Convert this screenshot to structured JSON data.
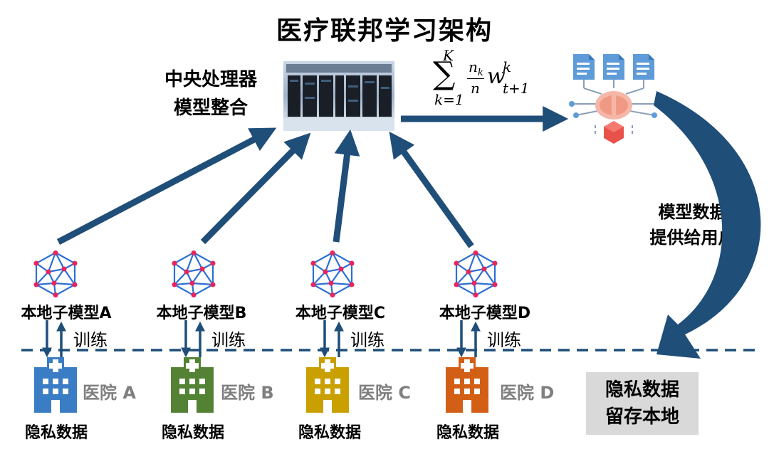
{
  "title": "医疗联邦学习架构",
  "central": {
    "line1": "中央处理器",
    "line2": "模型整合"
  },
  "formula": {
    "sum_upper": "K",
    "sum_lower": "k=1",
    "numerator": "n",
    "numerator_sub": "k",
    "denominator": "n",
    "weight": "w",
    "weight_sup": "k",
    "weight_sub": "t+1"
  },
  "provide": {
    "line1": "模型数据",
    "line2": "提供给用户"
  },
  "models": [
    {
      "label": "本地子模型A",
      "train": "训练",
      "hospital": "医院 A",
      "privacy": "隐私数据",
      "color": "#3b7dc4"
    },
    {
      "label": "本地子模型B",
      "train": "训练",
      "hospital": "医院 B",
      "privacy": "隐私数据",
      "color": "#548235"
    },
    {
      "label": "本地子模型C",
      "train": "训练",
      "hospital": "医院 C",
      "privacy": "隐私数据",
      "color": "#c9a000"
    },
    {
      "label": "本地子模型D",
      "train": "训练",
      "hospital": "医院 D",
      "privacy": "隐私数据",
      "color": "#d35f16"
    }
  ],
  "privacy_box": {
    "line1": "隐私数据",
    "line2": "留存本地"
  },
  "colors": {
    "arrow": "#1f4e79",
    "node": "#e8245c",
    "edge": "#2b6fd6"
  }
}
